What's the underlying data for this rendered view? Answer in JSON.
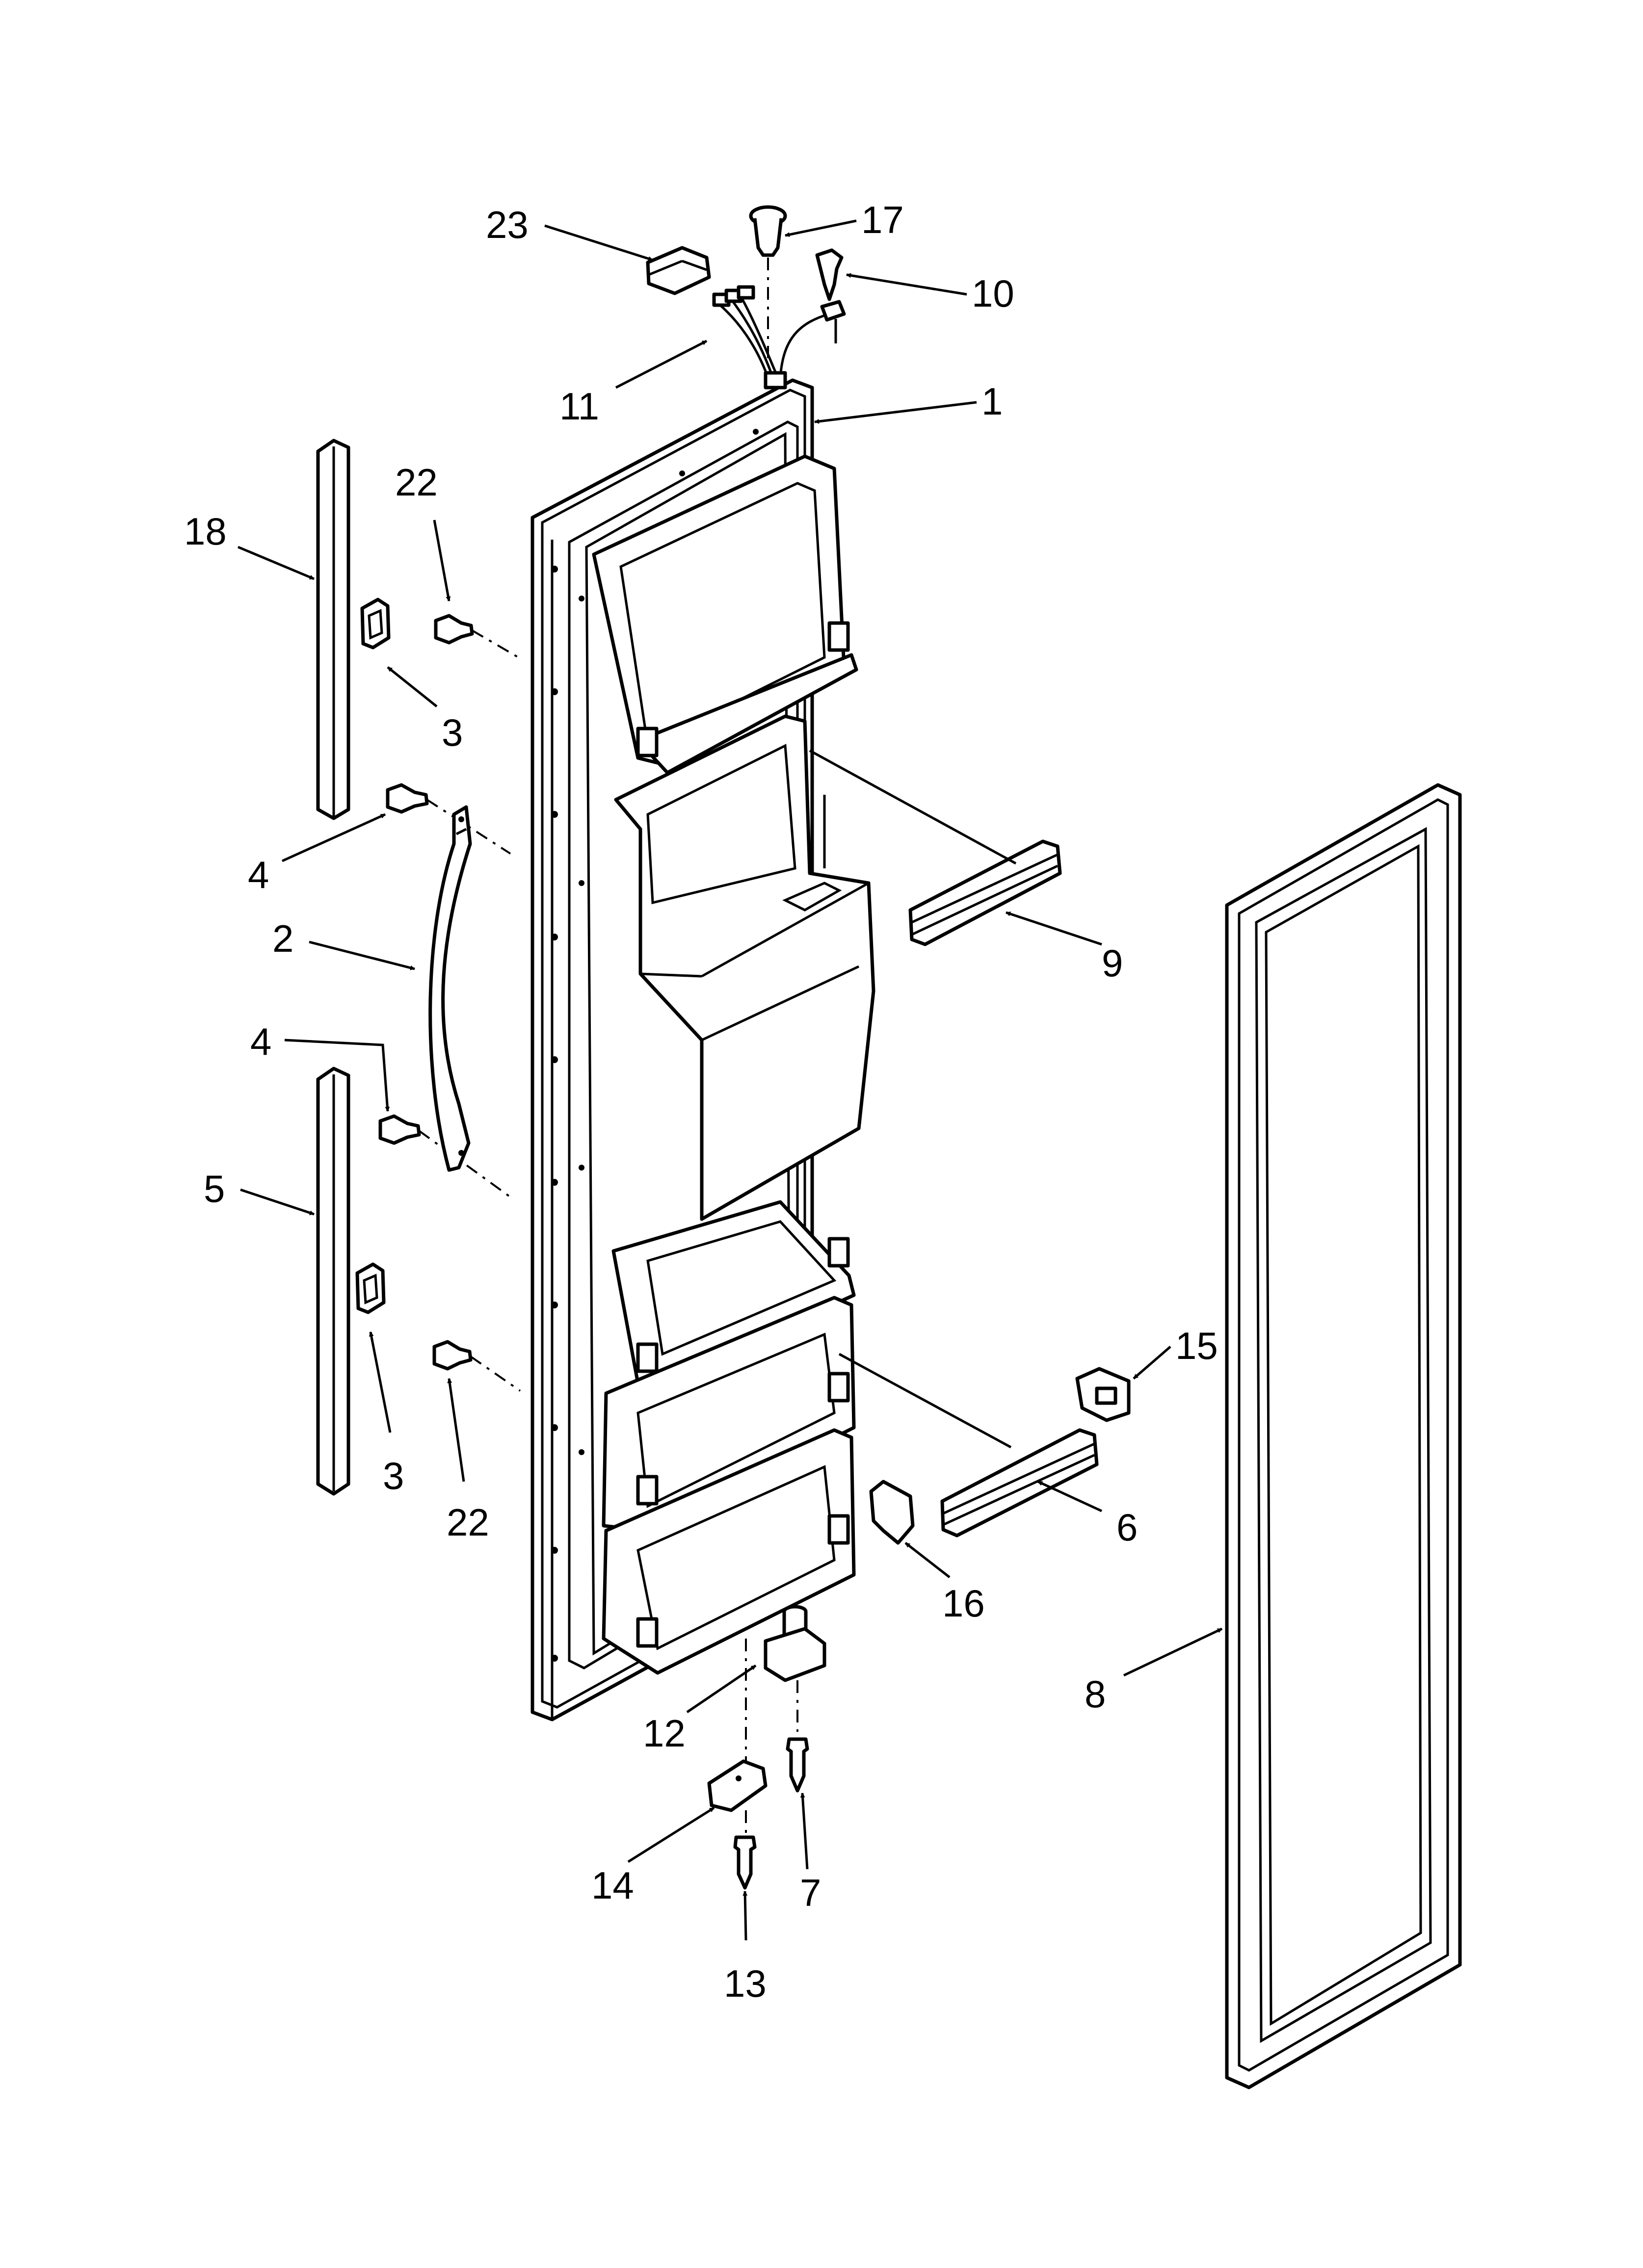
{
  "diagram": {
    "callouts": [
      {
        "id": "c23",
        "label": "23"
      },
      {
        "id": "c17",
        "label": "17"
      },
      {
        "id": "c10",
        "label": "10"
      },
      {
        "id": "c11",
        "label": "11"
      },
      {
        "id": "c1",
        "label": "1"
      },
      {
        "id": "c22a",
        "label": "22"
      },
      {
        "id": "c18",
        "label": "18"
      },
      {
        "id": "c3a",
        "label": "3"
      },
      {
        "id": "c4a",
        "label": "4"
      },
      {
        "id": "c2",
        "label": "2"
      },
      {
        "id": "c9",
        "label": "9"
      },
      {
        "id": "c4b",
        "label": "4"
      },
      {
        "id": "c5",
        "label": "5"
      },
      {
        "id": "c15",
        "label": "15"
      },
      {
        "id": "c3b",
        "label": "3"
      },
      {
        "id": "c22b",
        "label": "22"
      },
      {
        "id": "c6",
        "label": "6"
      },
      {
        "id": "c16",
        "label": "16"
      },
      {
        "id": "c8",
        "label": "8"
      },
      {
        "id": "c12",
        "label": "12"
      },
      {
        "id": "c14",
        "label": "14"
      },
      {
        "id": "c7",
        "label": "7"
      },
      {
        "id": "c13",
        "label": "13"
      }
    ]
  }
}
